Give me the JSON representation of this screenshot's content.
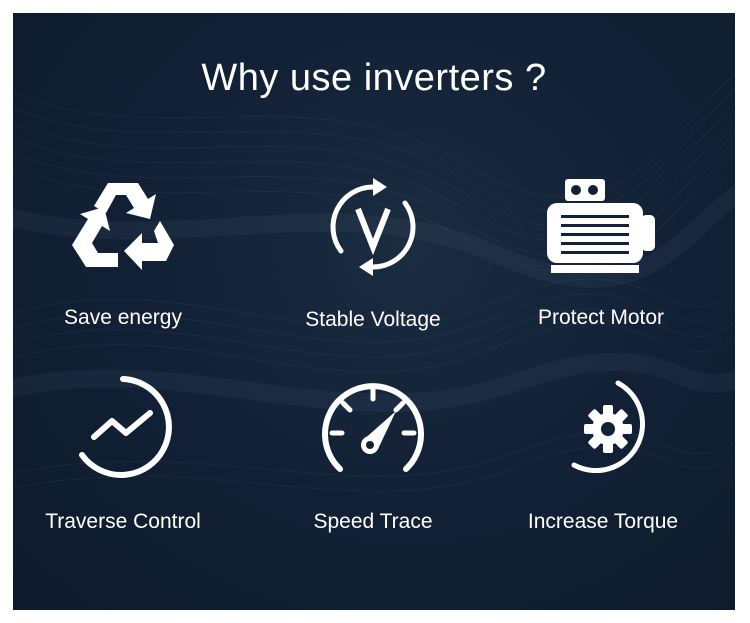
{
  "title": "Why use inverters ?",
  "features": [
    {
      "label": "Save energy",
      "icon": "recycle-icon"
    },
    {
      "label": "Stable Voltage",
      "icon": "voltage-cycle-icon"
    },
    {
      "label": "Protect Motor",
      "icon": "motor-icon"
    },
    {
      "label": "Traverse Control",
      "icon": "traverse-control-icon"
    },
    {
      "label": "Speed Trace",
      "icon": "speedometer-icon"
    },
    {
      "label": "Increase Torque",
      "icon": "gear-icon"
    }
  ],
  "colors": {
    "background": "#122136",
    "foreground": "#ffffff",
    "frame": "#ffffff"
  }
}
